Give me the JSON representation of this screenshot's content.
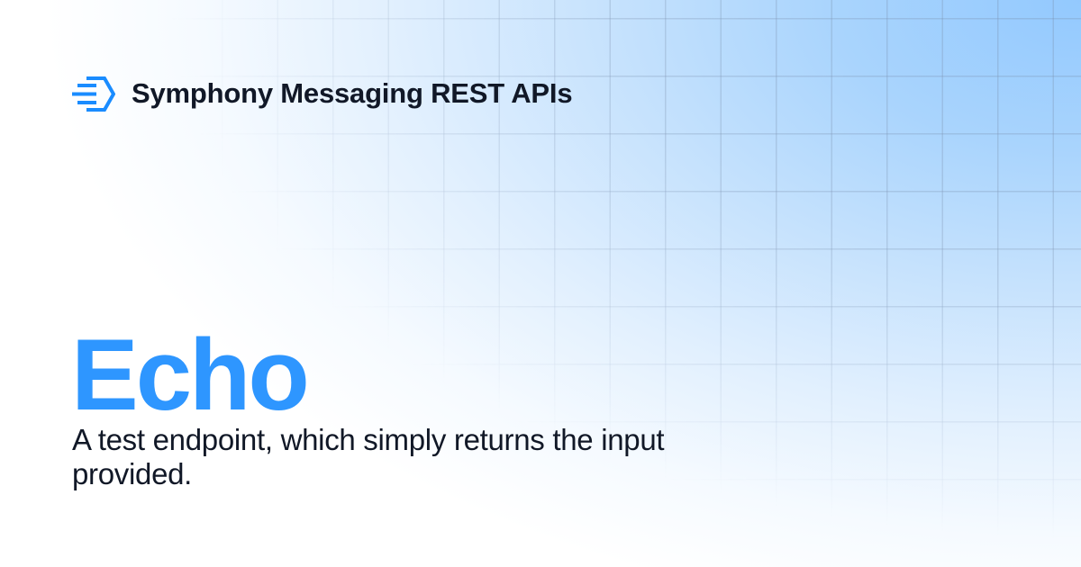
{
  "header": {
    "logo_icon": "symphony-logo-icon",
    "title": "Symphony Messaging REST APIs"
  },
  "main": {
    "title": "Echo",
    "description": "A test endpoint, which simply returns the input provided."
  },
  "colors": {
    "accent": "#2e96ff",
    "logo": "#1a8cff",
    "text": "#111827",
    "gradient_corner": "#93c9fe",
    "background": "#ffffff"
  }
}
